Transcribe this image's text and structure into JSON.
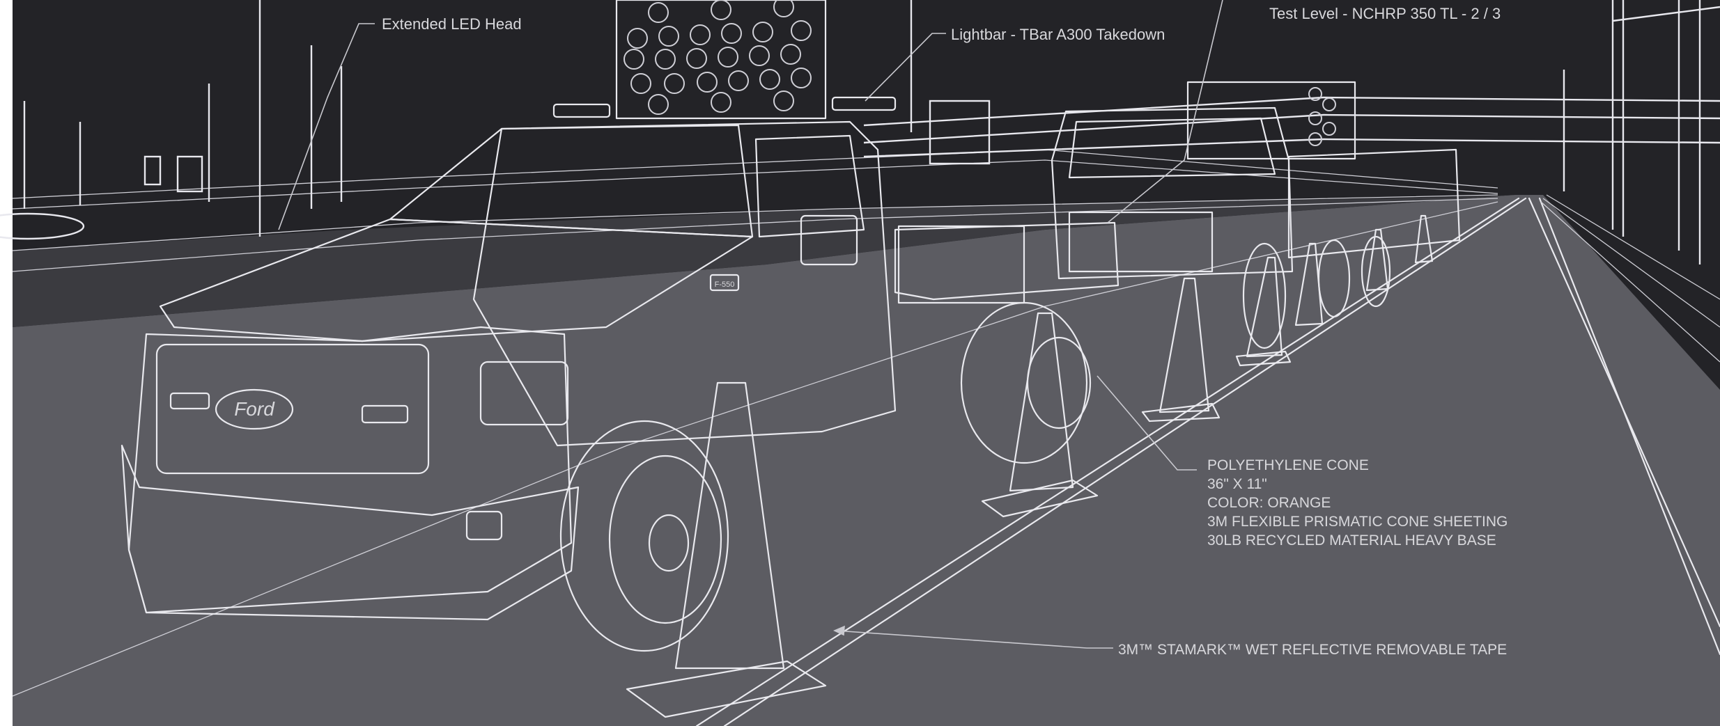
{
  "colors": {
    "sky": "#232327",
    "road": "#5c5c62",
    "line": "#e8e8ee",
    "label": "#d8d8dc",
    "margin": "#ffffff"
  },
  "callouts": {
    "extended_led_head": "Extended LED Head",
    "lightbar": "Lightbar - TBar A300 Takedown",
    "test_level": "Test Level - NCHRP 350 TL  - 2 / 3",
    "cone_lines": [
      "POLYETHYLENE CONE",
      "36\" X 11\"",
      "COLOR: ORANGE",
      "3M FLEXIBLE PRISMATIC CONE SHEETING",
      "30LB RECYCLED MATERIAL HEAVY BASE"
    ],
    "tape": "3M™ STAMARK™ WET REFLECTIVE REMOVABLE TAPE"
  },
  "truck": {
    "badge": "Ford",
    "model_badge": "F-550"
  },
  "icons": {
    "arrow_board": "arrow-board-icon",
    "lightbar": "lightbar-icon",
    "cone": "traffic-cone-icon"
  }
}
